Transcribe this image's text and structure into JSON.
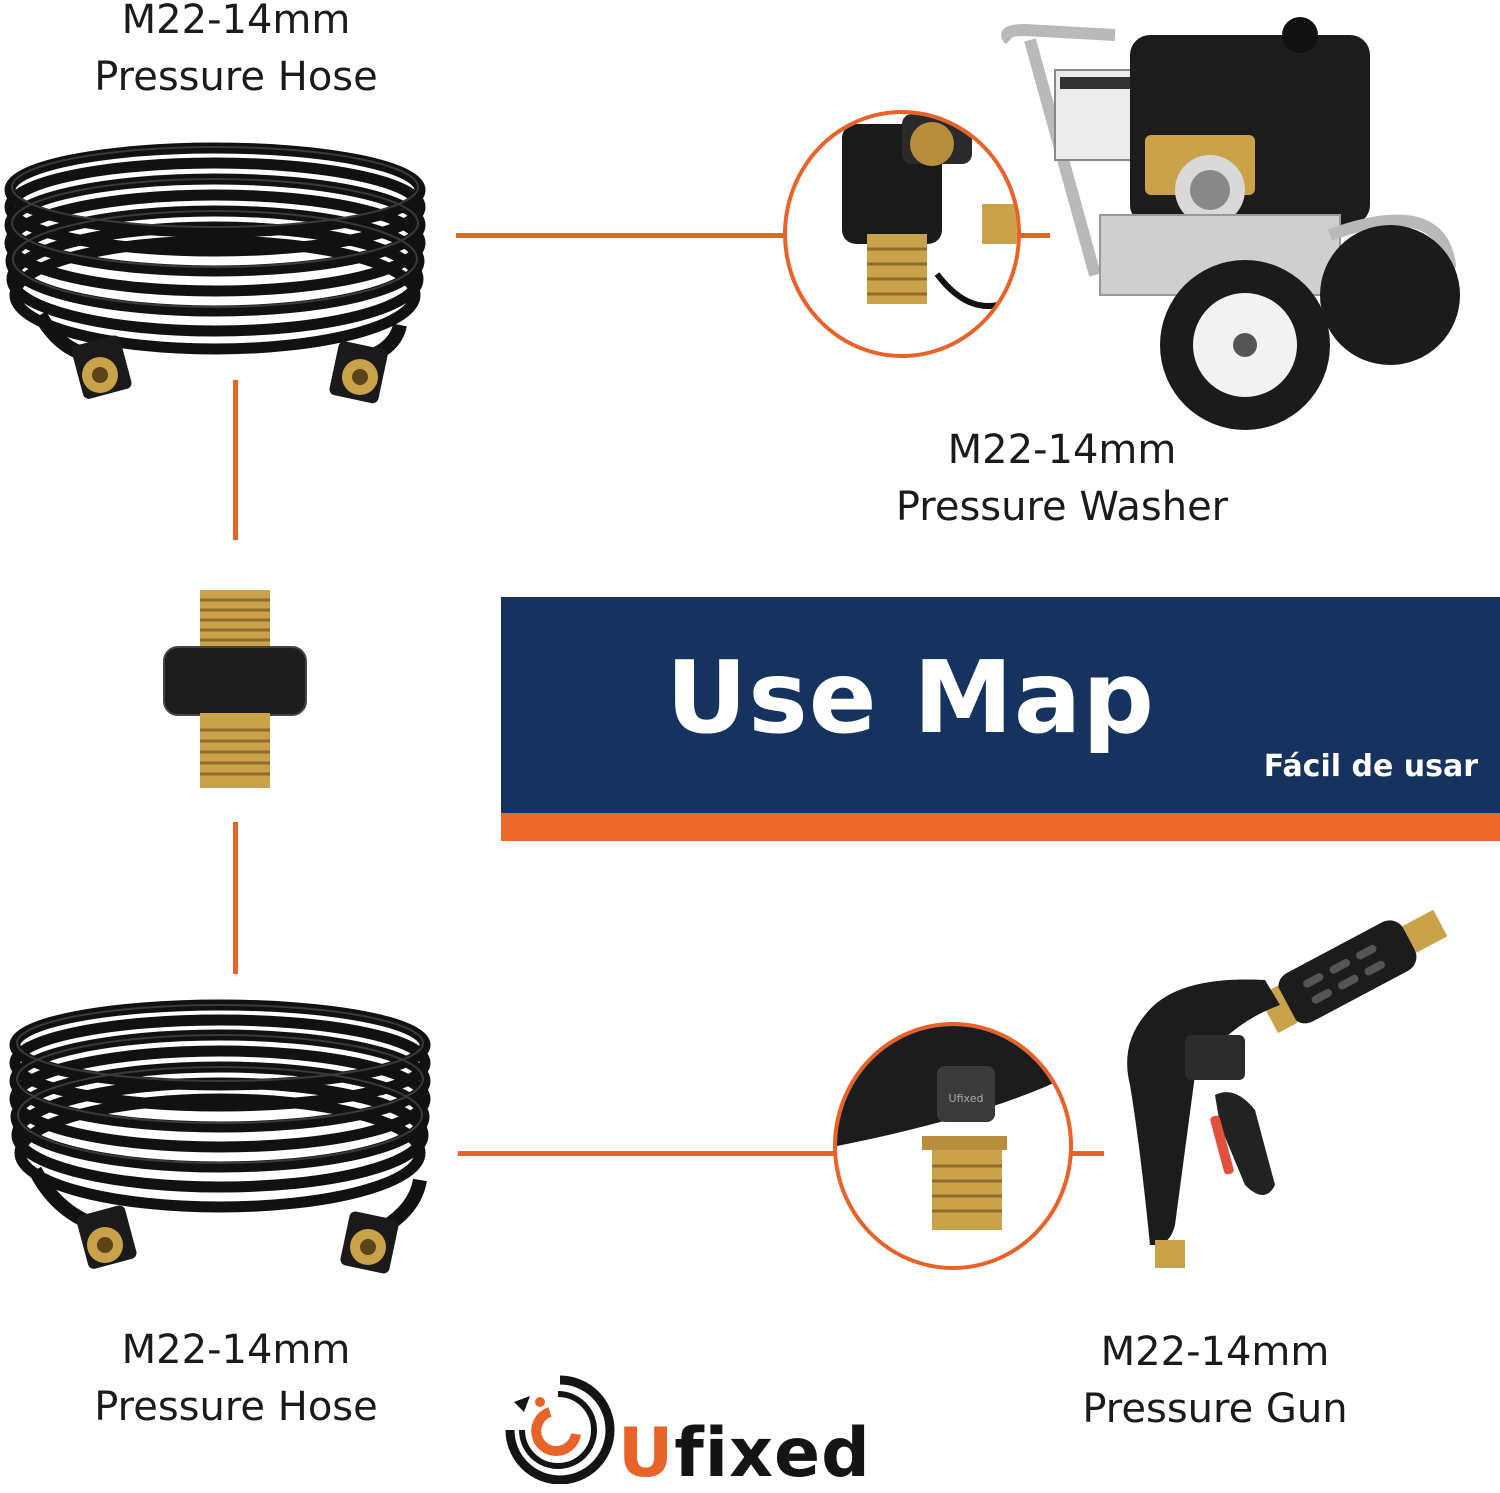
{
  "labels": {
    "hose_top": {
      "line1": "M22-14mm",
      "line2": "Pressure Hose"
    },
    "washer": {
      "line1": "M22-14mm",
      "line2": "Pressure Washer"
    },
    "hose_bottom": {
      "line1": "M22-14mm",
      "line2": "Pressure Hose"
    },
    "gun": {
      "line1": "M22-14mm",
      "line2": "Pressure Gun"
    }
  },
  "banner": {
    "title": "Use Map",
    "subtitle": "Fácil de usar"
  },
  "brand": {
    "u": "U",
    "rest": "fixed",
    "badge_text": "Ufixed"
  },
  "colors": {
    "accent": "#e8622a",
    "navy": "#16335f",
    "brass": "#c9a24a"
  },
  "icons": [
    "hose-coil-icon",
    "pressure-washer-icon",
    "adapter-fitting-icon",
    "spray-gun-icon",
    "ufixed-logo-icon"
  ]
}
